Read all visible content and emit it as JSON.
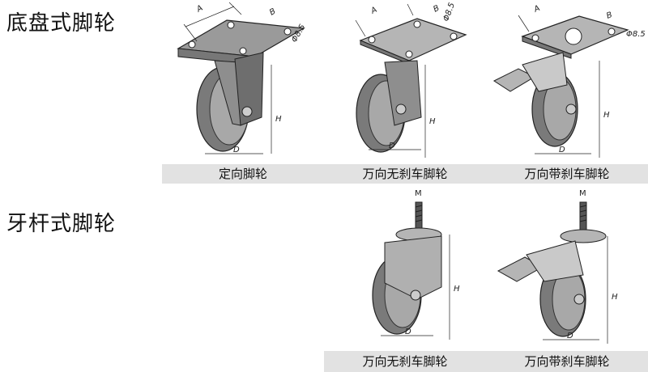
{
  "sections": [
    {
      "title": "底盘式脚轮",
      "items": [
        {
          "caption": "定向脚轮",
          "dims": {
            "a": "A",
            "b": "B",
            "hole": "Φ8.5",
            "d": "D",
            "h": "H"
          }
        },
        {
          "caption": "万向无刹车脚轮",
          "dims": {
            "a": "A",
            "b": "B",
            "hole": "Φ8.5",
            "d": "D",
            "h": "H"
          }
        },
        {
          "caption": "万向带刹车脚轮",
          "dims": {
            "a": "A",
            "b": "B",
            "hole": "Φ8.5",
            "d": "D",
            "h": "H"
          }
        }
      ]
    },
    {
      "title": "牙杆式脚轮",
      "items": [
        {
          "caption": "万向无刹车脚轮",
          "dims": {
            "m": "M",
            "d": "D",
            "h": "H"
          }
        },
        {
          "caption": "万向带刹车脚轮",
          "dims": {
            "m": "M",
            "d": "D",
            "h": "H"
          }
        }
      ]
    }
  ],
  "colors": {
    "metal": "#8e8e8e",
    "metal_light": "#c9c9c9",
    "tire": "#7a7a7a",
    "caption_bar": "#e2e2e2"
  }
}
